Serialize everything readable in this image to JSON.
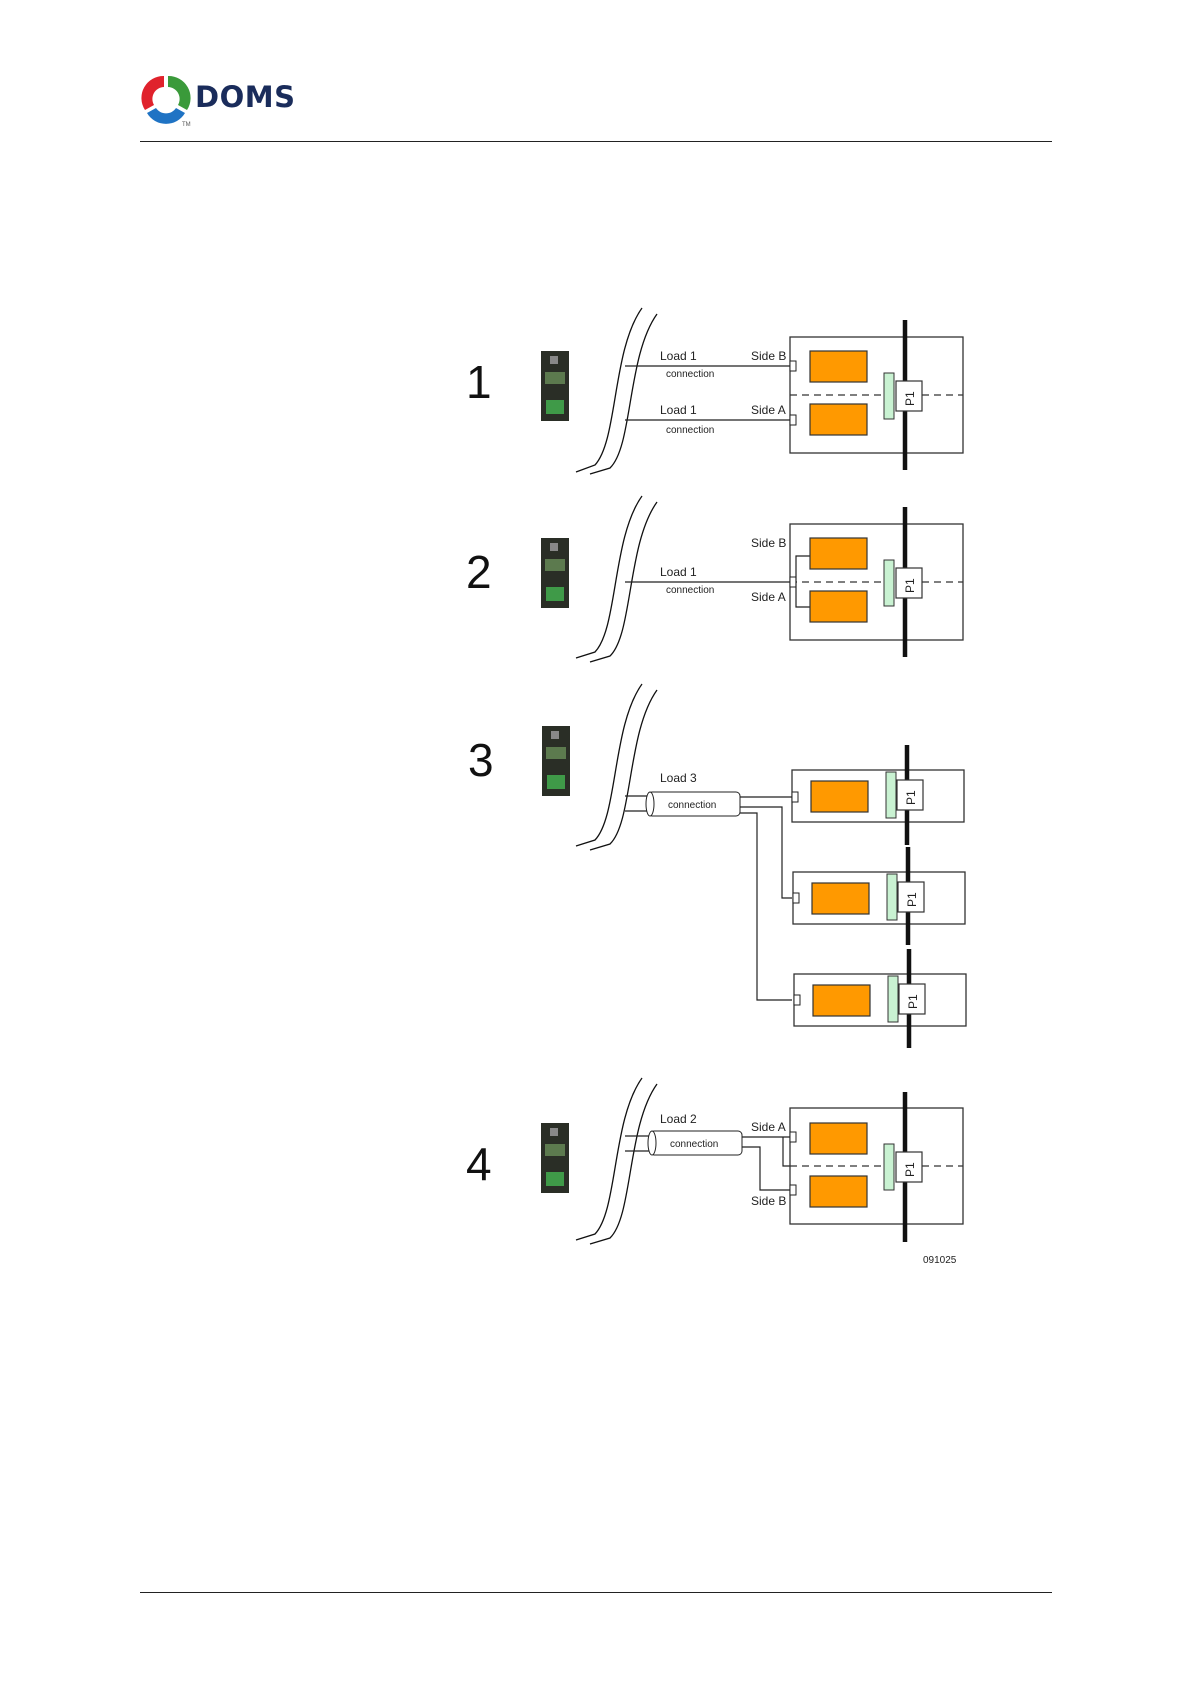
{
  "header": {
    "brand": "DOMS"
  },
  "diagrams": [
    {
      "number": "1",
      "labels": [
        "Load 1",
        "connection",
        "Load 1",
        "connection",
        "Side B",
        "Side A",
        "P1"
      ]
    },
    {
      "number": "2",
      "labels": [
        "Load 1",
        "connection",
        "Side B",
        "Side A",
        "P1"
      ]
    },
    {
      "number": "3",
      "labels": [
        "Load 3",
        "connection",
        "P1",
        "P1",
        "P1"
      ]
    },
    {
      "number": "4",
      "labels": [
        "Load 2",
        "connection",
        "Side A",
        "Side B",
        "P1"
      ]
    }
  ],
  "figure_code": "091025"
}
